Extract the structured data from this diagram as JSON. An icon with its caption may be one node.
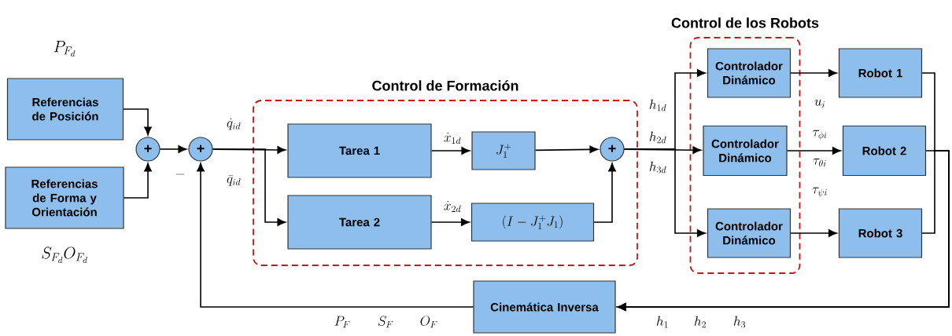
{
  "diagram": {
    "nodes": [
      {
        "text": [
          "Referencias de Posición"
        ]
      },
      {
        "text": [
          "Referencias de Forma y Orientación"
        ]
      },
      {
        "text": [
          "+"
        ]
      },
      {
        "text": [
          "+"
        ]
      },
      {
        "text": [
          "Control de Formación"
        ]
      },
      {
        "text": [
          "Tarea 1"
        ],
        "in": 4
      },
      {
        "text": [
          "Tarea 2"
        ],
        "in": 4
      },
      {
        "text": [
          "J_1^{+}"
        ],
        "in": 4
      },
      {
        "text": [
          "(I - J_1^{+} J_1)"
        ],
        "in": 4
      },
      {
        "text": [
          "+"
        ],
        "in": 4
      },
      {
        "text": [
          "Control de los Robots"
        ]
      },
      {
        "text": [
          "Controlador Dinámico"
        ],
        "in": 10
      },
      {
        "text": [
          "Controlador Dinámico"
        ],
        "in": 10
      },
      {
        "text": [
          "Controlador Dinámico"
        ],
        "in": 10
      },
      {
        "text": [
          "Robot 1"
        ]
      },
      {
        "text": [
          "Robot 2"
        ]
      },
      {
        "text": [
          "Robot 3"
        ]
      },
      {
        "text": [
          "Cinemática Inversa"
        ]
      }
    ],
    "edges": [
      {
        "from": 0,
        "to": 2,
        "arrow": "to"
      },
      {
        "from": 1,
        "to": 2,
        "arrow": "to"
      },
      {
        "from": 2,
        "to": 3,
        "arrow": "to"
      },
      {
        "from": 3,
        "to": 5,
        "arrow": "to"
      },
      {
        "from": 3,
        "to": 6,
        "arrow": "to"
      },
      {
        "from": 5,
        "to": 7,
        "arrow": "to"
      },
      {
        "from": 6,
        "to": 8,
        "arrow": "to"
      },
      {
        "from": 7,
        "to": 9,
        "arrow": "to"
      },
      {
        "from": 8,
        "to": 9,
        "arrow": "to"
      },
      {
        "from": 9,
        "to": 11,
        "arrow": "to"
      },
      {
        "from": 9,
        "to": 12,
        "arrow": "to"
      },
      {
        "from": 9,
        "to": 13,
        "arrow": "to"
      },
      {
        "from": 11,
        "to": 14,
        "arrow": "to"
      },
      {
        "from": 12,
        "to": 15,
        "arrow": "to"
      },
      {
        "from": 13,
        "to": 16,
        "arrow": "to"
      },
      {
        "from": 14,
        "to": 17,
        "arrow": "to"
      },
      {
        "from": 15,
        "to": 17,
        "arrow": "to"
      },
      {
        "from": 16,
        "to": 17,
        "arrow": "to"
      },
      {
        "from": 17,
        "to": 3,
        "arrow": "to"
      }
    ],
    "labels": [
      "P_{F_d}",
      "S_{F_d}O_{F_d}",
      "-",
      "\\dot{q}_{id}",
      "\\bar{q}_{id}",
      "\\dot{x}_{1d}",
      "\\dot{x}_{2d}",
      "h_{1d}",
      "h_{2d}",
      "h_{3d}",
      "u_i",
      "\\tau_{\\phi i}",
      "\\tau_{\\theta i}",
      "\\tau_{\\psi i}",
      "P_F",
      "S_F",
      "O_F",
      "h_1",
      "h_2",
      "h_3"
    ]
  }
}
